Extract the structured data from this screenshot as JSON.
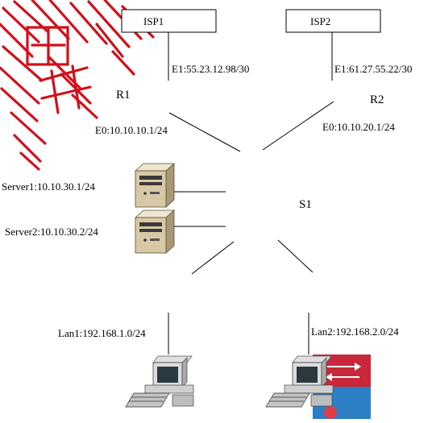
{
  "diagram": {
    "isp1": {
      "label": "ISP1",
      "link": "E1:55.23.12.98/30"
    },
    "isp2": {
      "label": "ISP2",
      "link": "E1:61.27.55.22/30"
    },
    "r1": {
      "label": "R1",
      "interface": "E0:10.10.10.1/24"
    },
    "r2": {
      "label": "R2",
      "interface": "E0:10.10.20.1/24"
    },
    "s1": {
      "label": "S1"
    },
    "server1": {
      "label": "Server1:10.10.30.1/24"
    },
    "server2": {
      "label": "Server2:10.10.30.2/24"
    },
    "lan1": {
      "label": "Lan1:192.168.1.0/24"
    },
    "lan2": {
      "label": "Lan2:192.168.2.0/24"
    }
  },
  "colors": {
    "stamp": "#d0101a",
    "server_body": "#d8c9a6",
    "monitor_screen": "#2b3a40",
    "switch_red": "#c8283a",
    "switch_blue": "#2d7fc4"
  }
}
